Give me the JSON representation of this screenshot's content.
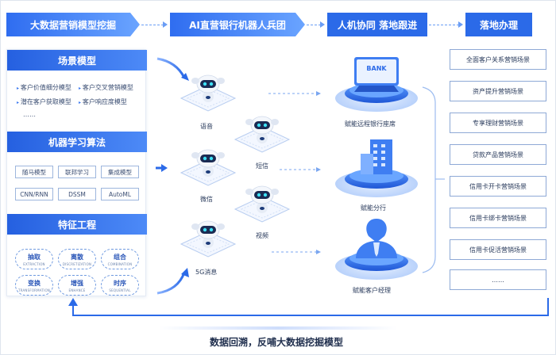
{
  "headers": {
    "h1": "大数据营销模型挖掘",
    "h2": "AI直营银行机器人兵团",
    "h3": "人机协同   落地跟进",
    "h4": "落地办理"
  },
  "left": {
    "scene_title": "场景模型",
    "scene_items": [
      "客户价值细分模型",
      "客户交叉营销模型",
      "潜在客户获取模型",
      "客户响应度模型"
    ],
    "scene_more": "……",
    "ml_title": "机器学习算法",
    "ml_items": [
      "随马模型",
      "联邦学习",
      "集成模型",
      "CNN/RNN",
      "DSSM",
      "AutoML"
    ],
    "fe_title": "特征工程",
    "fe_items": [
      {
        "cn": "抽取",
        "en": "EXTRACTION"
      },
      {
        "cn": "离散",
        "en": "DISCRETIZATION"
      },
      {
        "cn": "组合",
        "en": "COMBINATION"
      },
      {
        "cn": "变换",
        "en": "TRANSFORMATION"
      },
      {
        "cn": "增强",
        "en": "ENHANCE"
      },
      {
        "cn": "时序",
        "en": "SEQUENTIAL"
      }
    ]
  },
  "robots": [
    "语音",
    "短信",
    "微信",
    "视频",
    "5G消息"
  ],
  "center": {
    "bank_text": "BANK",
    "labels": [
      "赋能远程银行座席",
      "赋能分行",
      "赋能客户经理"
    ]
  },
  "right_items": [
    "全面客户关系营销场景",
    "资产提升营销场景",
    "专享理财营销场景",
    "贷款产品营销场景",
    "信用卡开卡营销场景",
    "信用卡绑卡营销场景",
    "信用卡促活营销场景",
    "……"
  ],
  "bottom": "数据回溯，反哺大数据挖掘模型",
  "colors": {
    "primary": "#2b6ae8",
    "accent": "#5b9bff",
    "line": "#6a9df5"
  }
}
